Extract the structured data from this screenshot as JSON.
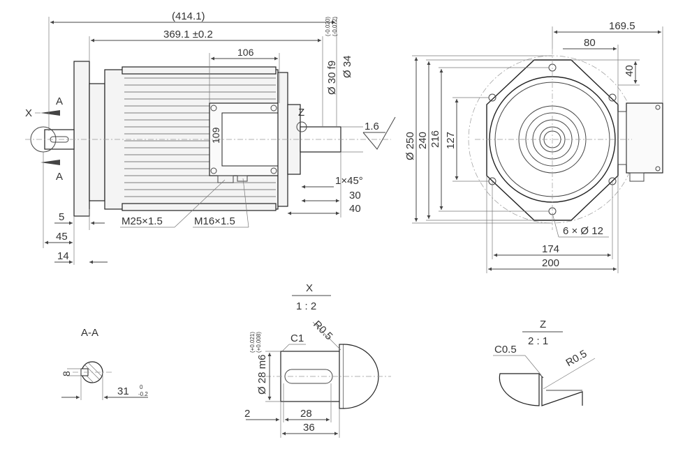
{
  "side_view": {
    "section_marker": "A",
    "detail_x_marker": "X",
    "detail_z_marker": "Z",
    "dims": {
      "overall_length": "(414.1)",
      "body_length": "369.1 ±0.2",
      "box_length": "106",
      "box_height": "109",
      "shaft_dia": "Ø 30 f9",
      "shaft_tol_upper": "(-0.020)",
      "shaft_tol_lower": "(-0.072)",
      "pilot_dia": "Ø 34",
      "surface_finish": "1.6",
      "chamfer": "1×45°",
      "dim_30": "30",
      "dim_40": "40",
      "dim_5": "5",
      "dim_45": "45",
      "dim_14": "14",
      "thread_1": "M25×1.5",
      "thread_2": "M16×1.5"
    }
  },
  "front_view": {
    "dims": {
      "width_169": "169.5",
      "dim_80": "80",
      "dim_40": "40",
      "dia_250": "Ø 250",
      "dim_240": "240",
      "dim_216": "216",
      "dim_127": "127",
      "holes": "6 × Ø 12",
      "dim_174": "174",
      "dim_200": "200"
    }
  },
  "section_aa": {
    "title": "A-A",
    "dim_8": "8",
    "dim_31": "31",
    "tol_upper": "0",
    "tol_lower": "-0.2"
  },
  "detail_x": {
    "title": "X",
    "scale": "1 : 2",
    "dia": "Ø 28 m6",
    "tol_upper": "(+0.021)",
    "tol_lower": "(+0.008)",
    "chamfer": "C1",
    "radius": "R0.5",
    "dim_2": "2",
    "dim_28": "28",
    "dim_36": "36"
  },
  "detail_z": {
    "title": "Z",
    "scale": "2 : 1",
    "chamfer": "C0.5",
    "radius": "R0.5"
  }
}
